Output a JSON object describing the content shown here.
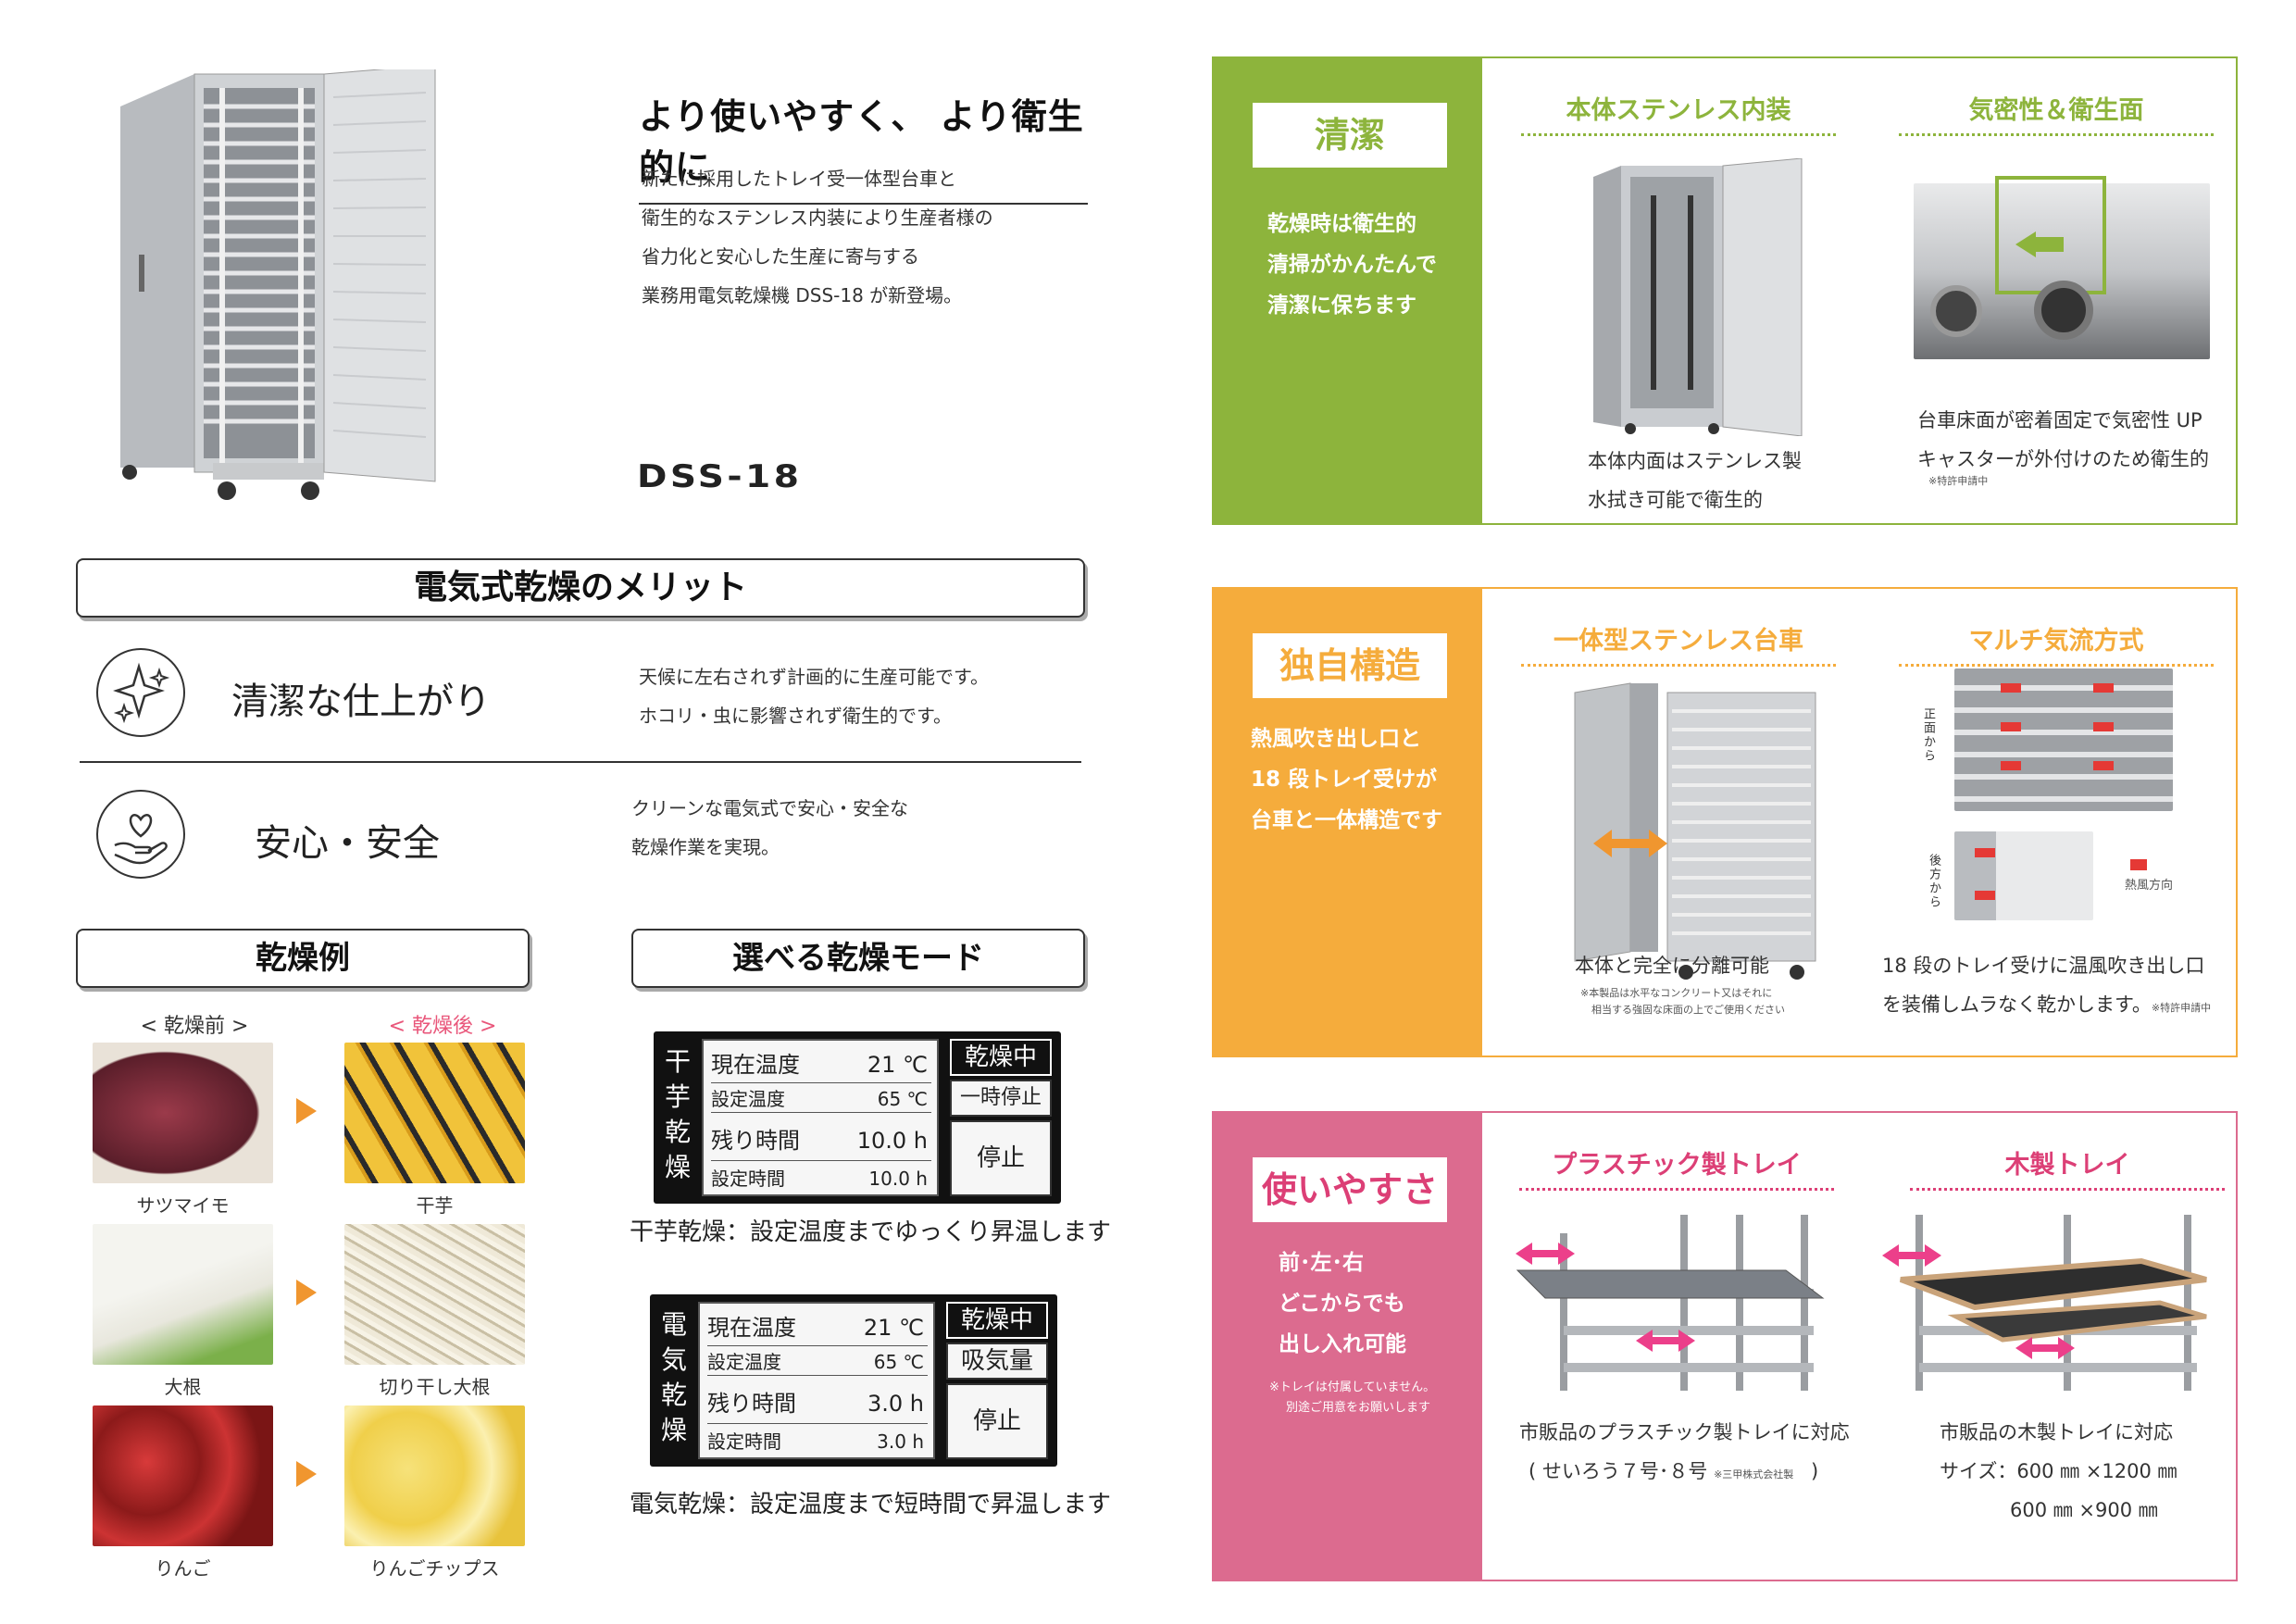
{
  "intro": {
    "headline": "より使いやすく、 より衛生的に",
    "lines": [
      "新たに採用したトレイ受一体型台車と",
      "衛生的なステンレス内装により生産者様の",
      "省力化と安心した生産に寄与する",
      "業務用電気乾燥機 DSS-18 が新登場。"
    ],
    "model": "DSS-18"
  },
  "merit": {
    "heading": "電気式乾燥のメリット",
    "items": [
      {
        "title": "清潔な仕上がり",
        "lines": [
          "天候に左右されず計画的に生産可能です。",
          "ホコリ・虫に影響されず衛生的です。"
        ],
        "icon": "sparkle-icon"
      },
      {
        "title": "安心・安全",
        "lines": [
          "クリーンな電気式で安心・安全な",
          "乾燥作業を実現。"
        ],
        "icon": "hand-heart-icon"
      }
    ]
  },
  "examples": {
    "heading": "乾燥例",
    "before_label": "< 乾燥前 >",
    "after_label": "< 乾燥後 >",
    "rows": [
      {
        "before": "サツマイモ",
        "after": "干芋"
      },
      {
        "before": "大根",
        "after": "切り干し大根"
      },
      {
        "before": "りんご",
        "after": "りんごチップス"
      }
    ]
  },
  "modes": {
    "heading": "選べる乾燥モード",
    "panels": [
      {
        "side": [
          "干",
          "芋",
          "乾",
          "燥"
        ],
        "current_label": "現在温度",
        "current_value": "21 ℃",
        "set_temp_label": "設定温度",
        "set_temp_value": "65 ℃",
        "remain_label": "残り時間",
        "remain_value": "10.0 h",
        "set_time_label": "設定時間",
        "set_time_value": "10.0 h",
        "btn_status": "乾燥中",
        "btn_second": "一時停止",
        "btn_stop": "停止",
        "caption": "干芋乾燥：設定温度までゆっくり昇温します"
      },
      {
        "side": [
          "電",
          "気",
          "乾",
          "燥"
        ],
        "current_label": "現在温度",
        "current_value": "21 ℃",
        "set_temp_label": "設定温度",
        "set_temp_value": "65 ℃",
        "remain_label": "残り時間",
        "remain_value": "3.0 h",
        "set_time_label": "設定時間",
        "set_time_value": "3.0 h",
        "btn_status": "乾燥中",
        "btn_second": "吸気量",
        "btn_stop": "停止",
        "caption": "電気乾燥：設定温度まで短時間で昇温します"
      }
    ]
  },
  "panels": {
    "clean": {
      "color": "#8db43c",
      "tag": "清潔",
      "desc": [
        "乾燥時は衛生的",
        "清掃がかんたんで",
        "清潔に保ちます"
      ],
      "f1_title": "本体ステンレス内装",
      "f1_cap": [
        "本体内面はステンレス製",
        "水拭き可能で衛生的"
      ],
      "f2_title": "気密性＆衛生面",
      "f2_cap": [
        "台車床面が密着固定で気密性 UP",
        "キャスターが外付けのため衛生的"
      ],
      "f2_note": "※特許申請中"
    },
    "structure": {
      "color": "#f5ac3c",
      "tag": "独自構造",
      "desc": [
        "熱風吹き出し口と",
        "18 段トレイ受けが",
        "台車と一体構造です"
      ],
      "f1_title": "一体型ステンレス台車",
      "f1_cap": "本体と完全に分離可能",
      "f1_notes": [
        "※本製品は水平なコンクリート又はそれに",
        "相当する強固な床面の上でご使用ください"
      ],
      "f2_title": "マルチ気流方式",
      "f2_front": "正面から",
      "f2_back": "後方から",
      "f2_legend": "熱風方向",
      "f2_cap": [
        "18 段のトレイ受けに温風吹き出し口",
        "を装備しムラなく乾かします。"
      ],
      "f2_note": "※特許申請中"
    },
    "usability": {
      "color": "#dc6b8f",
      "tag": "使いやすさ",
      "desc": [
        "前･左･右",
        "どこからでも",
        "出し入れ可能"
      ],
      "notes": [
        "※トレイは付属していません。",
        "別途ご用意をお願いします"
      ],
      "f1_title": "プラスチック製トレイ",
      "f1_cap": [
        "市販品のプラスチック製トレイに対応",
        "( せいろう７号･８号"
      ],
      "f1_maker": "※三甲株式会社製",
      "f1_close": ")",
      "f2_title": "木製トレイ",
      "f2_cap": [
        "市販品の木製トレイに対応",
        "サイズ：600 ㎜ ×1200 ㎜",
        "600 ㎜ ×900 ㎜"
      ]
    }
  }
}
